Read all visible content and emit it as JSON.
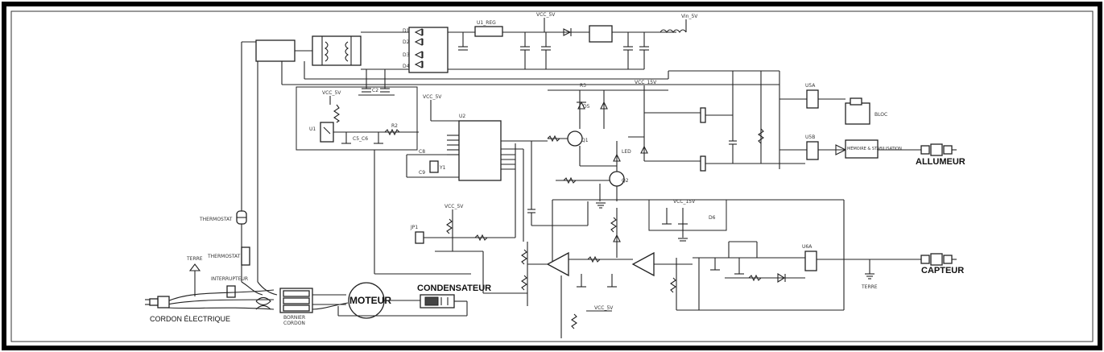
{
  "labels": {
    "thermostat": "THERMOSTAT",
    "thermofusible": "THERMOSTAT",
    "condensateur": "CONDENSATEUR",
    "moteur": "MOTEUR",
    "cordon": "CORDON ÉLECTRIQUE",
    "allumeur": "ALLUMEUR",
    "capteur": "CAPTEUR",
    "terre_left": "TERRE",
    "terre_right": "TERRE",
    "bloc": "BLOC",
    "memoire": "MÉMOIRE & STABILISATION",
    "vcc_top": "VCC_5V",
    "vcc_mid": "VCC_5V",
    "vcc_low": "VCC_5V",
    "vin": "Vin_5V"
  },
  "colors": {
    "line": "#222222",
    "border": "#000000",
    "background": "#ffffff"
  }
}
